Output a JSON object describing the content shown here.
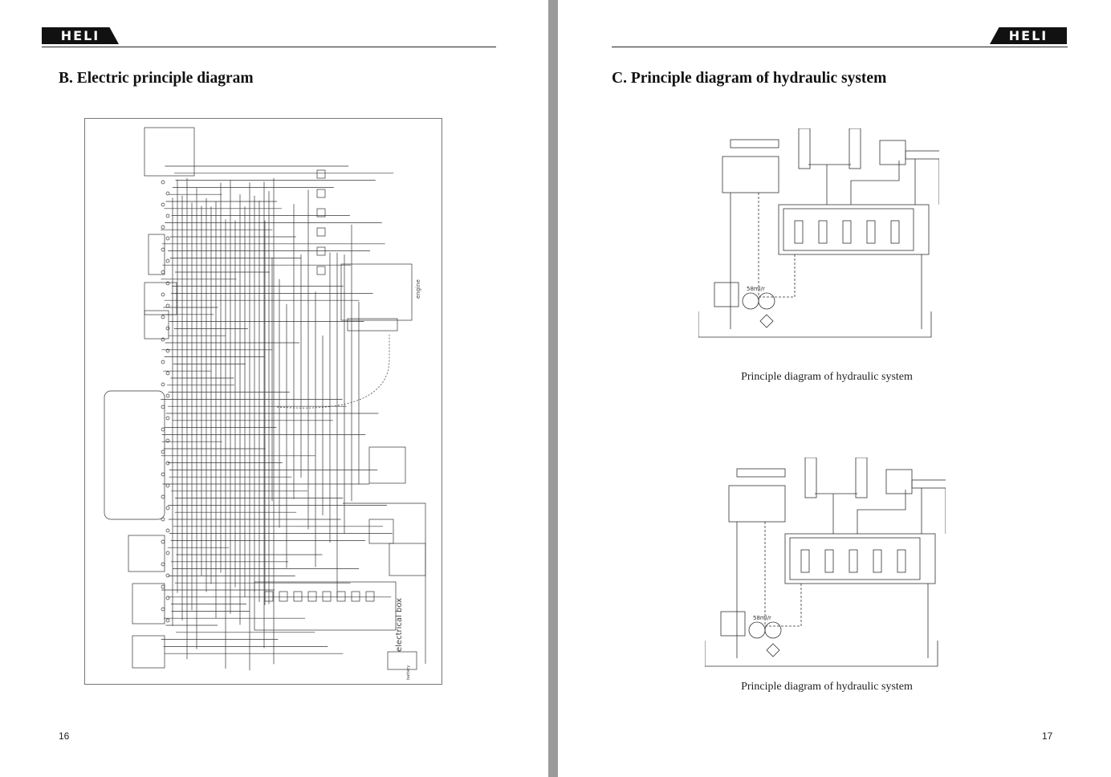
{
  "left_page": {
    "logo": "HELI",
    "title": "B. Electric principle diagram",
    "diagram": {
      "labels": {
        "electrical_box": "electrical box",
        "engine": "engine",
        "battery": "battery"
      }
    },
    "page_number": "16"
  },
  "right_page": {
    "logo": "HELI",
    "title": "C. Principle diagram of hydraulic system",
    "diagrams": [
      {
        "pump_label": "58ml/r",
        "caption": "Principle diagram of hydraulic system"
      },
      {
        "pump_label": "58ml/r",
        "caption": "Principle diagram of hydraulic system"
      }
    ],
    "page_number": "17"
  }
}
